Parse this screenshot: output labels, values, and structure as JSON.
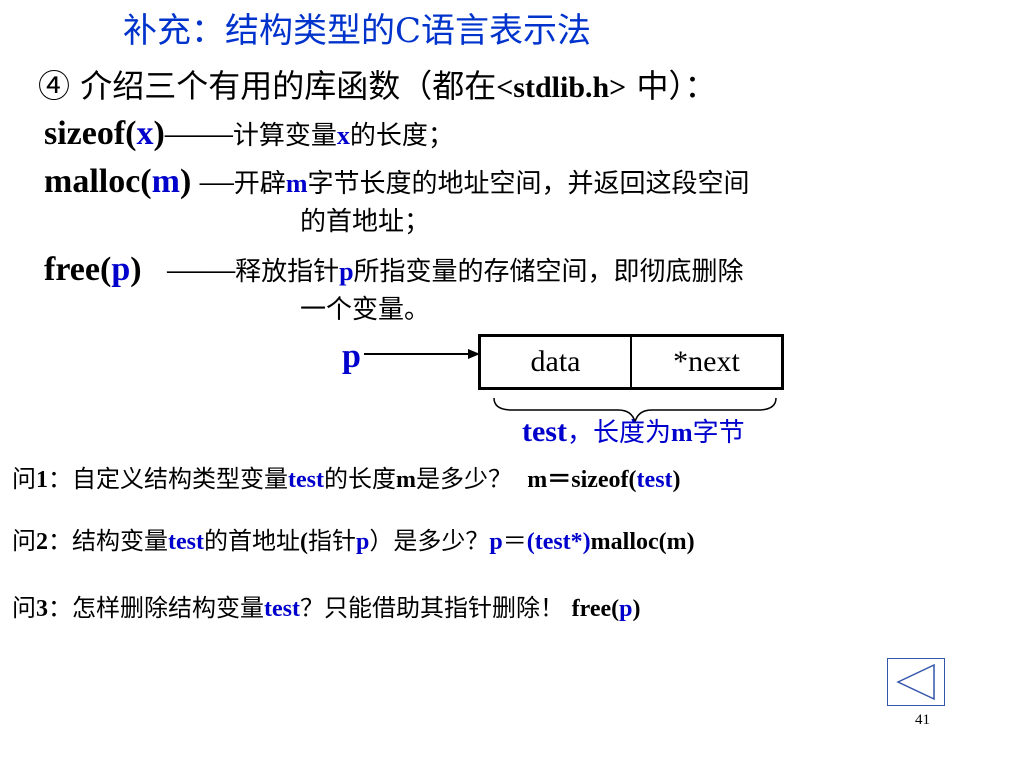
{
  "title": "补充：结构类型的C语言表示法",
  "intro": {
    "marker": "④",
    "text": " 介绍三个有用的库函数（都在",
    "header": "<stdlib.h>",
    "tail": " 中）："
  },
  "functions": {
    "sizeof": {
      "name": "sizeof(",
      "arg": "x",
      "close": ")",
      "dash": "——",
      "desc_a": "计算变量",
      "desc_var": "x",
      "desc_b": "的长度；"
    },
    "malloc": {
      "name": "malloc(",
      "arg": "m",
      "close": ") ",
      "dash": "—",
      "desc_a": "开辟",
      "desc_var": "m",
      "desc_b": "字节长度的地址空间，并返回这段空间",
      "desc_line2": "的首地址；"
    },
    "free": {
      "name": "free(",
      "arg": "p",
      "close": ")   ",
      "dash": "——",
      "desc_a": "释放指针",
      "desc_var": "p",
      "desc_b": "所指变量的存储空间，即彻底删除",
      "desc_line2": "一个变量。"
    }
  },
  "diagram": {
    "pointer_label": "p",
    "cell1": "data",
    "cell2": "*next",
    "brace_label_var": "test",
    "brace_label_rest": "，长度为",
    "brace_label_m": "m",
    "brace_label_end": "字节"
  },
  "questions": {
    "q1": {
      "prefix": "问",
      "num": "1",
      "text_a": "：自定义结构类型变量",
      "var": "test",
      "text_b": "的长度",
      "m": "m",
      "text_c": "是多少？  ",
      "ans_a": "m＝sizeof(",
      "ans_var": "test",
      "ans_b": ")"
    },
    "q2": {
      "prefix": "问",
      "num": "2",
      "text_a": "：结构变量",
      "var": "test",
      "text_b": "的首地址",
      "paren": "(",
      "text_c": "指针",
      "p": "p",
      "text_d": "）是多少？",
      "ans_p": "p",
      "ans_eq": "＝",
      "ans_cast": "(test*)",
      "ans_call": "malloc(m)"
    },
    "q3": {
      "prefix": "问",
      "num": "3",
      "text_a": "：怎样删除结构变量",
      "var": "test",
      "text_b": "？只能借助其指针删除！ ",
      "ans_a": "free(",
      "ans_p": "p",
      "ans_b": ")"
    }
  },
  "page_number": "41",
  "colors": {
    "accent_blue": "#0000cc",
    "title_blue": "#0033cc"
  },
  "nav_icon": "back-triangle-icon"
}
